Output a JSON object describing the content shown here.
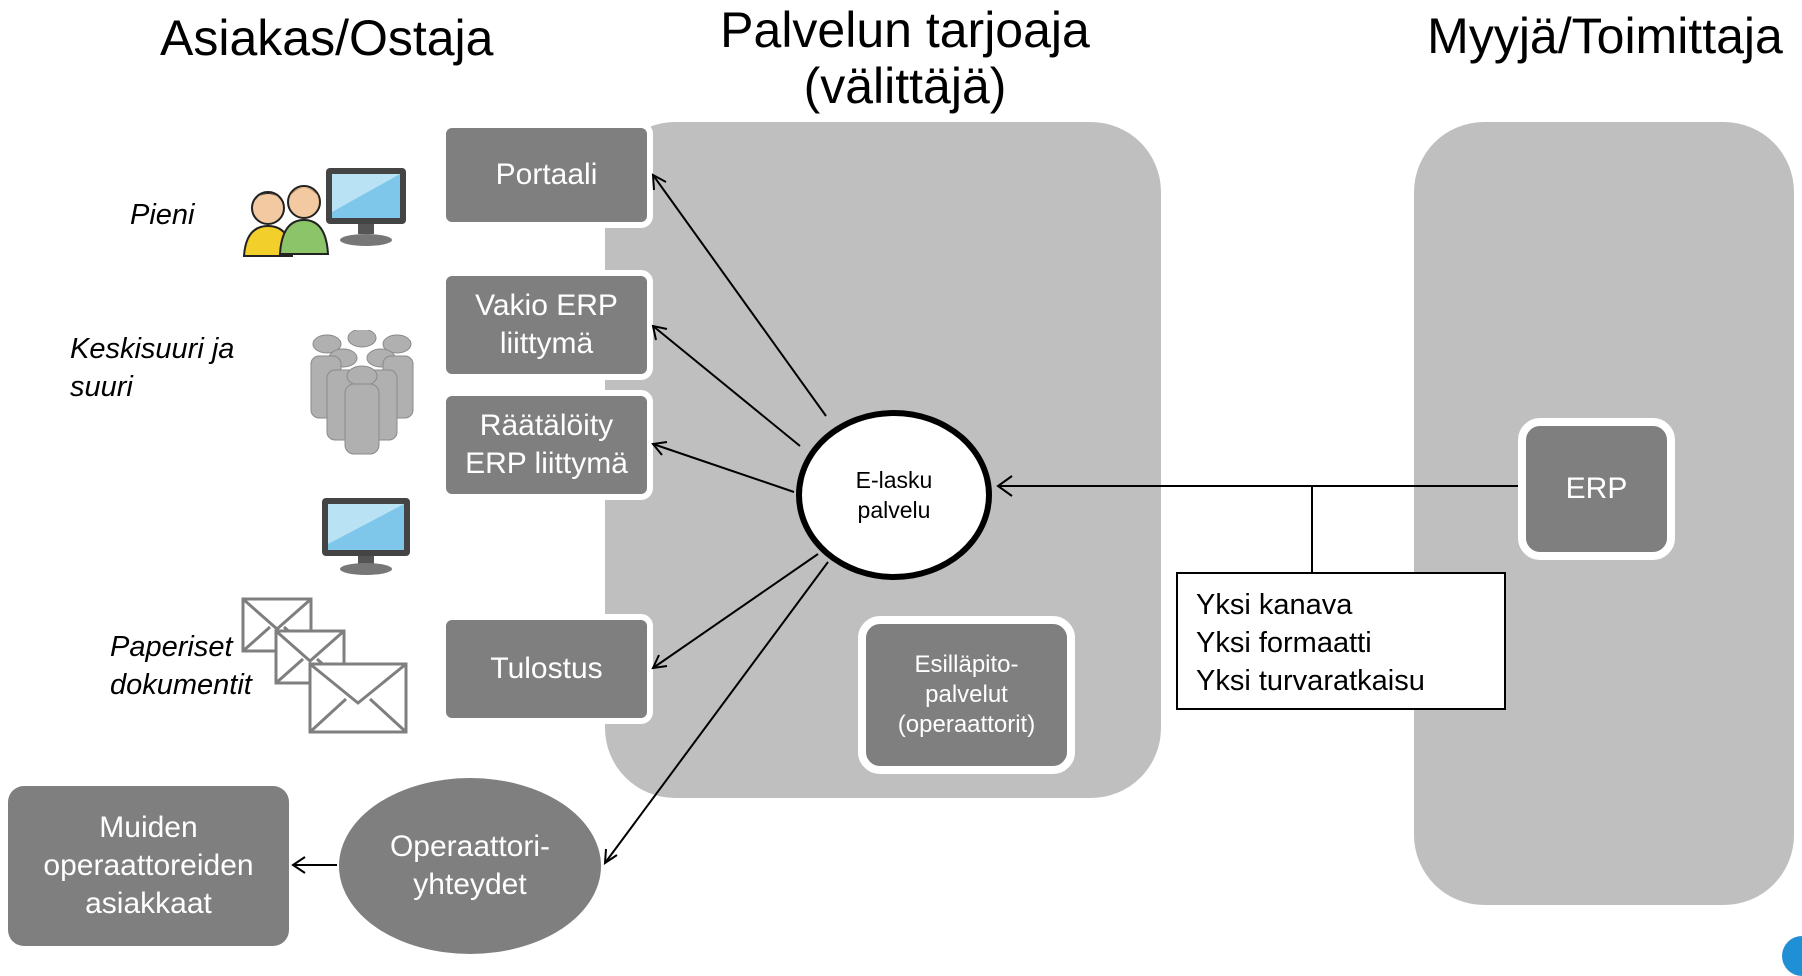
{
  "headings": {
    "buyer": "Asiakas/Ostaja",
    "provider": "Palvelun tarjoaja\n(välittäjä)",
    "seller": "Myyjä/Toimittaja"
  },
  "segments": {
    "small": "Pieni",
    "medium_large": "Keskisuuri ja\nsuuri",
    "paper": "Paperiset\ndokumentit"
  },
  "channels": {
    "portal": "Portaali",
    "standard_erp": "Vakio ERP\nliittymä",
    "custom_erp": "Räätälöity\nERP liittymä",
    "print": "Tulostus"
  },
  "hub": "E-lasku\npalvelu",
  "hosting": "Esilläpito-\npalvelut\n(operaattorit)",
  "operator": "Operaattori-\nyhteydet",
  "other_operators": "Muiden\noperaattoreiden\nasiakkaat",
  "seller_erp": "ERP",
  "note_lines": [
    "Yksi kanava",
    "Yksi formaatti",
    "Yksi turvaratkaisu"
  ],
  "colors": {
    "panel": "#bfbfbf",
    "box": "#7f7f7f",
    "accent": "#1f8fd6"
  },
  "icons": [
    "two-users-computer-icon",
    "group-people-icon",
    "monitor-icon",
    "envelopes-icon"
  ]
}
